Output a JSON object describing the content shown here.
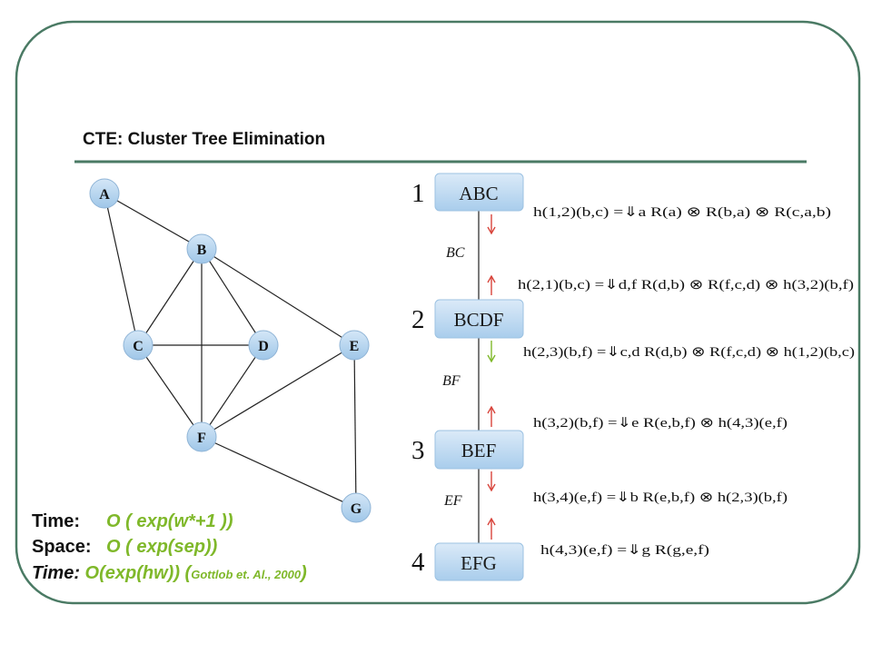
{
  "title": "CTE: Cluster Tree Elimination",
  "colors": {
    "frame": "#4a7a64",
    "node_fill": "#b8d6ef",
    "cluster_fill": "#bcdaf2",
    "edge": "#222222",
    "arrow_red": "#d8453c",
    "arrow_green": "#7fb82a",
    "accent_text": "#7fb82a"
  },
  "graph": {
    "nodes": [
      {
        "id": "A",
        "label": "A"
      },
      {
        "id": "B",
        "label": "B"
      },
      {
        "id": "C",
        "label": "C"
      },
      {
        "id": "D",
        "label": "D"
      },
      {
        "id": "E",
        "label": "E"
      },
      {
        "id": "F",
        "label": "F"
      },
      {
        "id": "G",
        "label": "G"
      }
    ],
    "edges": [
      [
        "A",
        "B"
      ],
      [
        "A",
        "C"
      ],
      [
        "B",
        "C"
      ],
      [
        "B",
        "D"
      ],
      [
        "B",
        "F"
      ],
      [
        "B",
        "E"
      ],
      [
        "C",
        "D"
      ],
      [
        "C",
        "F"
      ],
      [
        "D",
        "F"
      ],
      [
        "E",
        "F"
      ],
      [
        "E",
        "G"
      ],
      [
        "F",
        "G"
      ]
    ]
  },
  "tree": {
    "clusters": [
      {
        "number": "1",
        "label": "ABC"
      },
      {
        "number": "2",
        "label": "BCDF"
      },
      {
        "number": "3",
        "label": "BEF"
      },
      {
        "number": "4",
        "label": "EFG"
      }
    ],
    "separators": [
      "BC",
      "BF",
      "EF"
    ],
    "messages": [
      {
        "label": "h_(1,2)(b,c)",
        "text": "h(1,2)(b,c) =⇓a R(a) ⊗ R(b,a) ⊗ R(c,a,b)",
        "arrow": "down",
        "color": "red"
      },
      {
        "label": "h_(2,1)(b,c)",
        "text": "h(2,1)(b,c) =⇓d,f R(d,b) ⊗ R(f,c,d) ⊗ h(3,2)(b,f)",
        "arrow": "up",
        "color": "red"
      },
      {
        "label": "h_(2,3)(b,f)",
        "text": "h(2,3)(b,f) =⇓c,d R(d,b) ⊗ R(f,c,d) ⊗ h(1,2)(b,c)",
        "arrow": "down",
        "color": "green"
      },
      {
        "label": "h_(3,2)(b,f)",
        "text": "h(3,2)(b,f) =⇓e R(e,b,f) ⊗ h(4,3)(e,f)",
        "arrow": "up",
        "color": "red"
      },
      {
        "label": "h_(3,4)(e,f)",
        "text": "h(3,4)(e,f) =⇓b R(e,b,f) ⊗ h(2,3)(b,f)",
        "arrow": "down",
        "color": "red"
      },
      {
        "label": "h_(4,3)(e,f)",
        "text": "h(4,3)(e,f) =⇓g R(g,e,f)",
        "arrow": "up",
        "color": "red"
      }
    ]
  },
  "complexity": {
    "time_label": "Time:",
    "time_value": "O ( exp(w*+1 ))",
    "space_label": "Space:",
    "space_value": "O ( exp(sep))",
    "time2_label": "Time:",
    "time2_value": "O(exp(hw)) (",
    "time2_note": "Gottlob et. Al., 2000",
    "time2_close": ")"
  }
}
